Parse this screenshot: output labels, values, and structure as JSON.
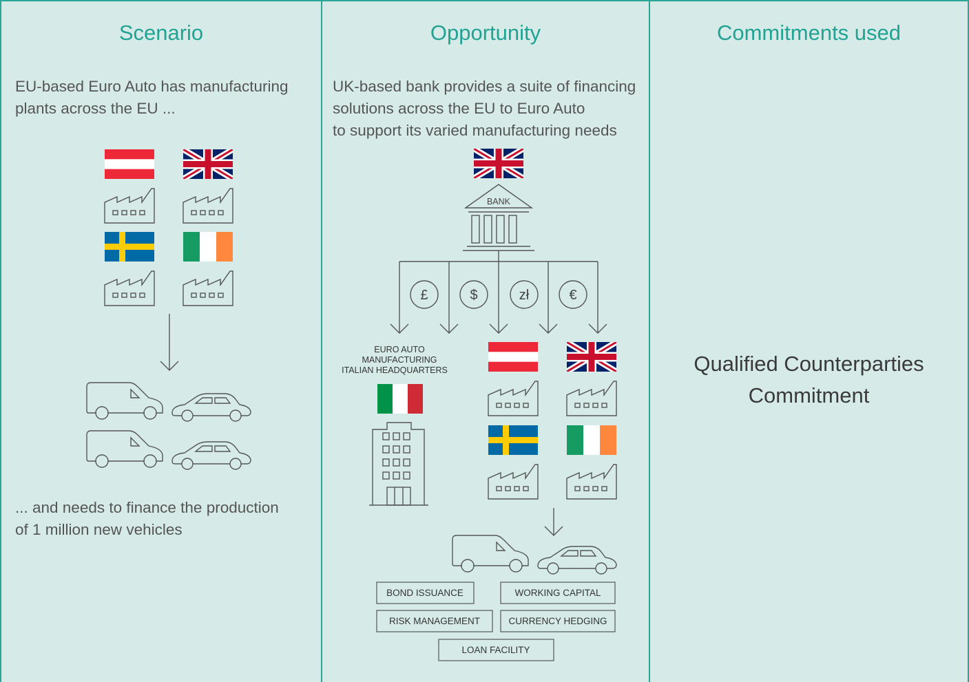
{
  "colors": {
    "background": "#d6ebe8",
    "accent": "#2aa596",
    "text": "#555555",
    "line": "#555555"
  },
  "scenario": {
    "title": "Scenario",
    "text_top_1": "EU-based Euro Auto has manufacturing",
    "text_top_2": "plants across the EU ...",
    "text_bottom_1": "... and needs to finance the production",
    "text_bottom_2": "of 1 million new vehicles",
    "flags": [
      "austria-flag",
      "uk-flag",
      "sweden-flag",
      "ireland-flag"
    ]
  },
  "opportunity": {
    "title": "Opportunity",
    "text_1": "UK-based bank provides a suite of financing",
    "text_2": "solutions across the EU to Euro Auto",
    "text_3": "to support its varied manufacturing needs",
    "bank_label": "BANK",
    "currencies": [
      "£",
      "$",
      "zł",
      "€"
    ],
    "hq_label_1": "EURO AUTO",
    "hq_label_2": "MANUFACTURING",
    "hq_label_3": "ITALIAN HEADQUARTERS",
    "services": [
      "BOND ISSUANCE",
      "WORKING CAPITAL",
      "RISK MANAGEMENT",
      "CURRENCY HEDGING",
      "LOAN FACILITY"
    ]
  },
  "commitments": {
    "title": "Commitments used",
    "line_1": "Qualified Counterparties",
    "line_2": "Commitment"
  }
}
